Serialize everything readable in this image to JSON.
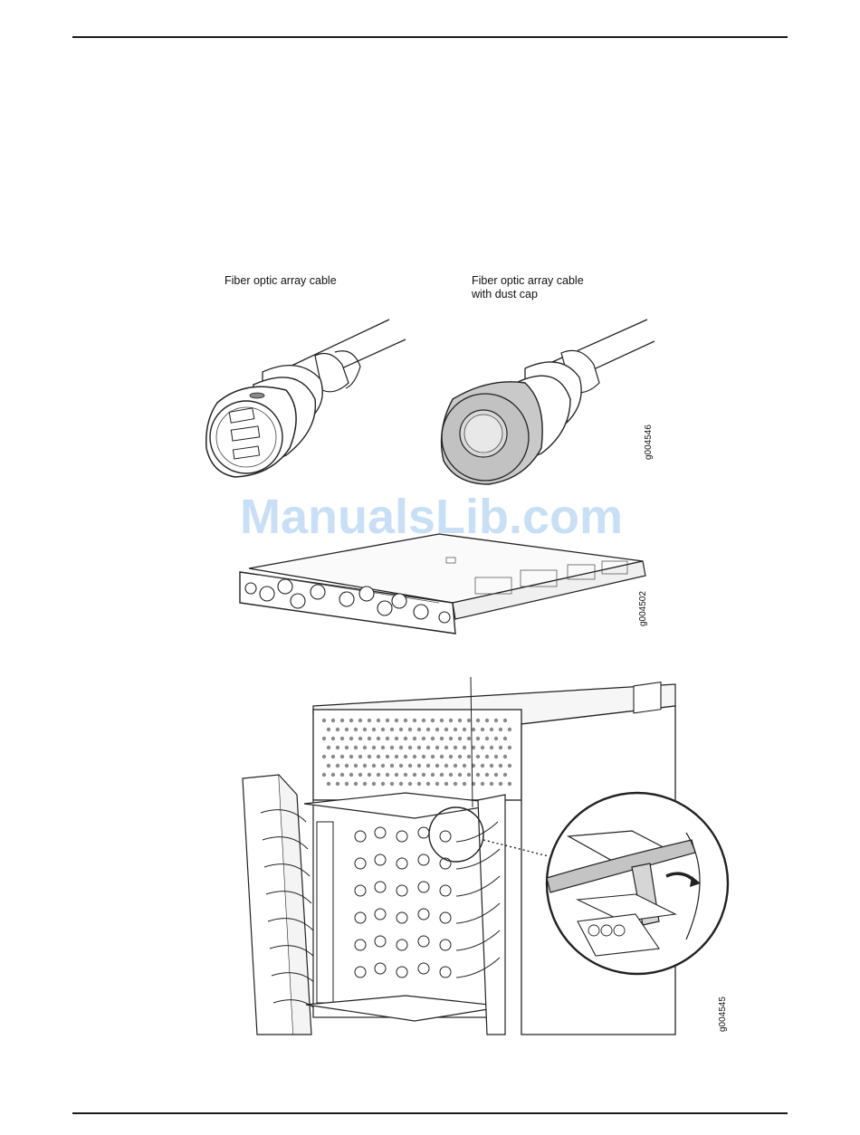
{
  "figures": {
    "fig1": {
      "caption_left": "Fiber optic array cable",
      "caption_right_line1": "Fiber optic array cable",
      "caption_right_line2": "with dust cap",
      "id": "g004546"
    },
    "fig2": {
      "id": "g004502"
    },
    "fig3": {
      "id": "g004545"
    }
  },
  "watermark": "ManualsLib.com"
}
